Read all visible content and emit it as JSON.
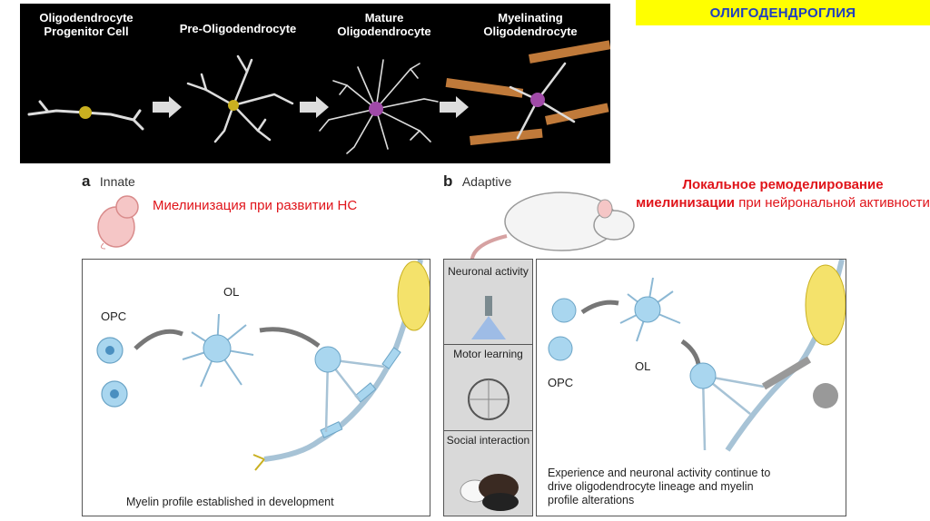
{
  "header": {
    "title": "ОЛИГОДЕНДРОГЛИЯ"
  },
  "stages": [
    {
      "line1": "Oligodendrocyte",
      "line2": "Progenitor Cell"
    },
    {
      "line1": "Pre-Oligodendrocyte",
      "line2": ""
    },
    {
      "line1": "Mature",
      "line2": "Oligodendrocyte"
    },
    {
      "line1": "Myelinating",
      "line2": "Oligodendrocyte"
    }
  ],
  "panel_a": {
    "letter": "a",
    "name": "Innate",
    "note": "Миелинизация при развитии НС",
    "opc": "OPC",
    "ol": "OL",
    "caption": "Myelin profile established in development"
  },
  "panel_b": {
    "letter": "b",
    "name": "Adaptive",
    "note_bold": "Локальное ремоделирование миелинизации",
    "note_rest": " при нейрональной активности",
    "side_items": [
      {
        "label": "Neuronal activity"
      },
      {
        "label": "Motor learning"
      },
      {
        "label": "Social interaction"
      }
    ],
    "opc": "OPC",
    "ol": "OL",
    "caption_line1": "Experience and neuronal activity continue to",
    "caption_line2": "drive oligodendrocyte lineage and myelin",
    "caption_line3": "profile alterations"
  },
  "colors": {
    "title_bg": "#ffff00",
    "title_text": "#1f3fbf",
    "note_red": "#e0141a",
    "cell_blue": "#a9d6ef",
    "neuron_yellow": "#f4e26b"
  }
}
